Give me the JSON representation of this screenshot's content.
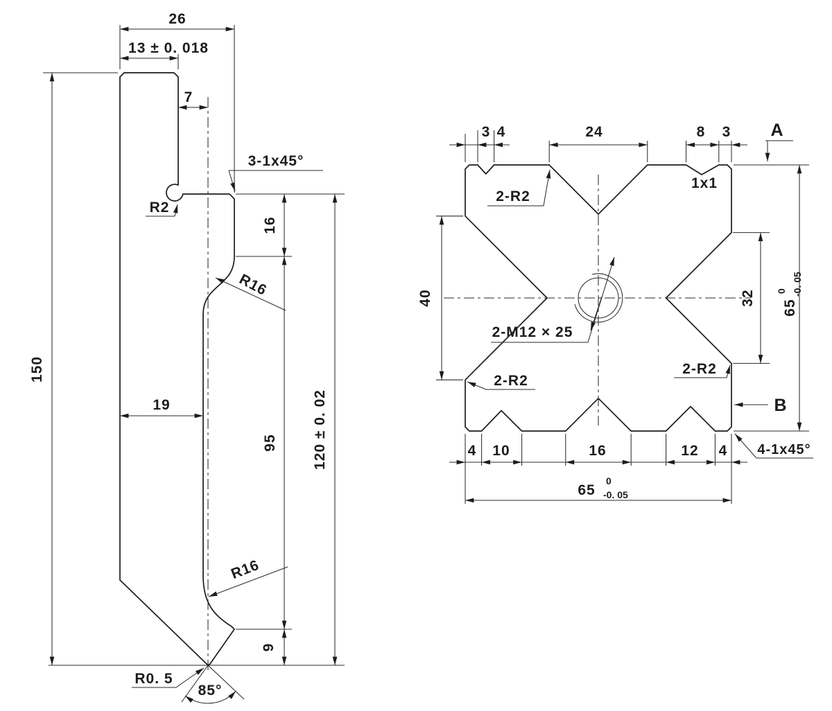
{
  "drawing": {
    "background": "#ffffff",
    "line_color": "#1c1c1c",
    "left_view": {
      "name": "punch-side-profile",
      "dims": {
        "overall_width": "26",
        "tang_width": "13 ± 0. 018",
        "tip_offset": "7",
        "shoulder_chamfer": "3-1x45°",
        "relief_radius": "R2",
        "shoulder_height": "16",
        "upper_radius": "R16",
        "neck_width": "19",
        "neck_height": "95",
        "working_height": "120 ± 0. 02",
        "overall_height": "150",
        "lower_radius": "R16",
        "tip_height": "9",
        "tip_radius": "R0. 5",
        "tip_angle": "85°"
      }
    },
    "right_view": {
      "name": "die-front-profile",
      "dims": {
        "top_edge_3": "3",
        "top_notch_4": "4",
        "top_vee_24": "24",
        "top_notch_8": "8",
        "top_edge_3b": "3",
        "datum_a": "A",
        "top_fillets": "2-R2",
        "notch_chamfer": "1x1",
        "left_opening": "40",
        "right_opening": "32",
        "side_height_base": "65",
        "side_height_sup": "0",
        "side_height_sub": "-0. 05",
        "thread_callout": "2-M12 × 25",
        "left_fillets": "2-R2",
        "right_fillets": "2-R2",
        "datum_b": "B",
        "bottom_edge_4l": "4",
        "bottom_vee_10": "10",
        "bottom_vee_16": "16",
        "bottom_vee_12": "12",
        "bottom_edge_4r": "4",
        "corner_chamfers": "4-1x45°",
        "bottom_width_base": "65",
        "bottom_width_sup": "0",
        "bottom_width_sub": "-0. 05"
      }
    }
  }
}
